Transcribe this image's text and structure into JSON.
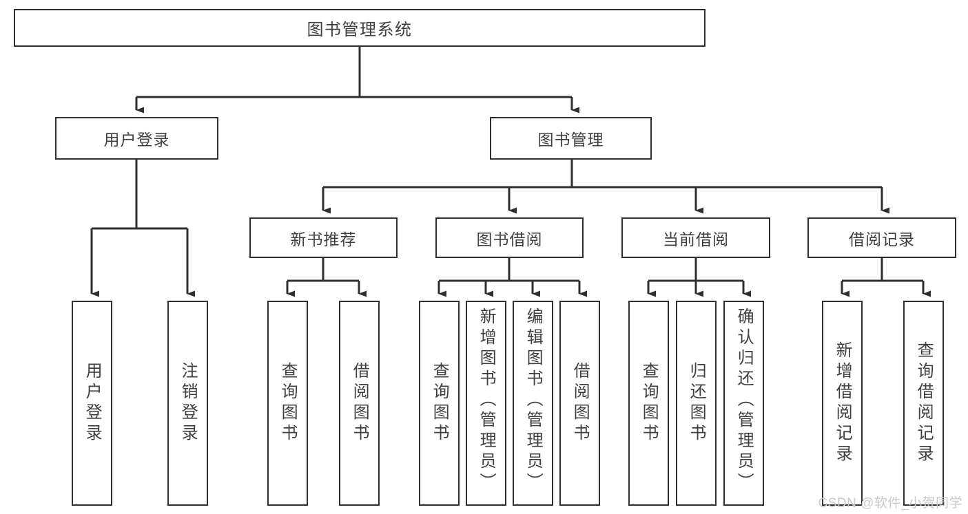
{
  "diagram": {
    "title": "图书管理系统",
    "type": "tree-hierarchy-diagram",
    "root": {
      "label": "图书管理系统"
    },
    "level2": [
      {
        "label": "用户登录"
      },
      {
        "label": "图书管理"
      }
    ],
    "level3": [
      {
        "label": "新书推荐"
      },
      {
        "label": "图书借阅"
      },
      {
        "label": "当前借阅"
      },
      {
        "label": "借阅记录"
      }
    ],
    "leaves": [
      {
        "label": "用户登录",
        "parent": "用户登录"
      },
      {
        "label": "注销登录",
        "parent": "用户登录"
      },
      {
        "label": "查询图书",
        "parent": "新书推荐"
      },
      {
        "label": "借阅图书",
        "parent": "新书推荐"
      },
      {
        "label": "查询图书",
        "parent": "图书借阅"
      },
      {
        "label": "新增图书（管理员）",
        "parent": "图书借阅"
      },
      {
        "label": "编辑图书（管理员）",
        "parent": "图书借阅"
      },
      {
        "label": "借阅图书",
        "parent": "图书借阅"
      },
      {
        "label": "查询图书",
        "parent": "当前借阅"
      },
      {
        "label": "归还图书",
        "parent": "当前借阅"
      },
      {
        "label": "确认归还（管理员）",
        "parent": "当前借阅"
      },
      {
        "label": "新增借阅记录",
        "parent": "借阅记录"
      },
      {
        "label": "查询借阅记录",
        "parent": "借阅记录"
      }
    ]
  },
  "watermark": {
    "text": "CSDN @软件_小贺同学"
  },
  "colors": {
    "stroke": "#2f2f2f",
    "text": "#3f3f3f",
    "background": "#ffffff",
    "watermark": "#c9c9c9"
  }
}
